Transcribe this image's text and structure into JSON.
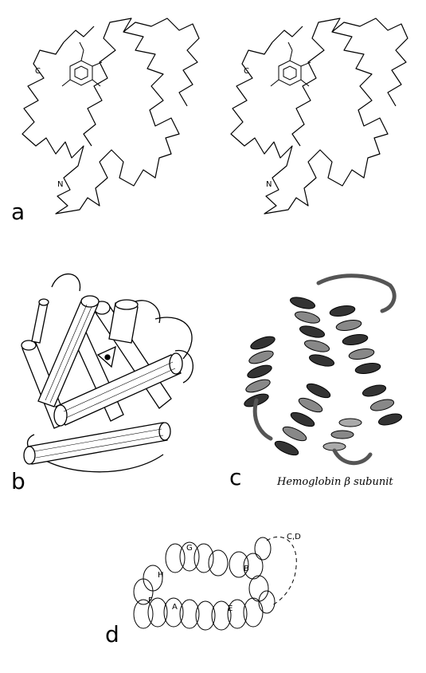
{
  "panels": {
    "a": {
      "label": "a",
      "left_view": {
        "c_terminus": "C",
        "n_terminus": "N"
      },
      "right_view": {
        "c_terminus": "C",
        "n_terminus": "N"
      }
    },
    "b": {
      "label": "b"
    },
    "c": {
      "label": "c",
      "caption": "Hemoglobin β subunit"
    },
    "d": {
      "label": "d",
      "helix_labels": [
        "A",
        "B",
        "C,D",
        "E",
        "F",
        "G",
        "H"
      ]
    }
  }
}
